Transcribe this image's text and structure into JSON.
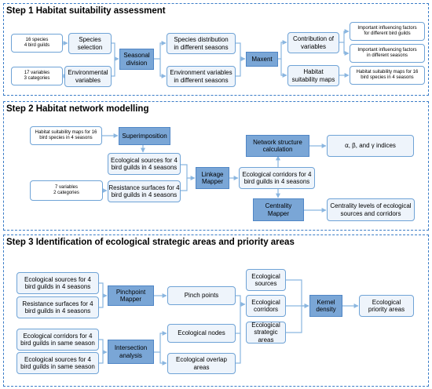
{
  "step1": {
    "title": "Step 1 Habitat suitability assessment",
    "species_info": "16 species\n4 bird guilds",
    "species_selection": "Species\nselection",
    "variables_info": "17 variables\n3 categories",
    "environmental_variables": "Environmental\nvariables",
    "seasonal_division": "Seasonal\ndivision",
    "species_distribution": "Species distribution\nin different seasons",
    "environment_variables_seasons": "Environment variables\nin different seasons",
    "maxent": "Maxent",
    "contribution": "Contribution of\nvariables",
    "habitat_maps": "Habitat\nsuitability maps",
    "factors_guilds": "Important influencing factors\nfor different bird guilds",
    "factors_seasons": "Important influencing factors\nin different seasons",
    "maps_16": "Habitat suitability maps for 16\nbird species in 4 seasons"
  },
  "step2": {
    "title": "Step 2 Habitat network modelling",
    "maps_input": "Habitat suitability maps for 16\nbird species in 4 seasons",
    "superimposition": "Superimposition",
    "ecological_sources": "Ecological sources for 4\nbird guilds in 4 seasons",
    "variables_info": "7 variables\n2 categories",
    "resistance_surfaces": "Resistance surfaces for 4\nbird guilds in 4 seasons",
    "linkage_mapper": "Linkage\nMapper",
    "network_calc": "Network structure\ncalculation",
    "indices": "α, β, and γ indices",
    "corridors": "Ecological corridors for 4\nbird guilds in 4 seasons",
    "centrality_mapper": "Centrality\nMapper",
    "centrality_levels": "Centrality levels of ecological\nsources and corridors"
  },
  "step3": {
    "title": "Step 3 Identification of ecological strategic areas and priority areas",
    "sources_4": "Ecological sources for 4\nbird guilds in 4 seasons",
    "resistance_4": "Resistance surfaces for 4\nbird guilds in 4 seasons",
    "pinchpoint_mapper": "Pinchpoint\nMapper",
    "pinch_points": "Pinch points",
    "corridors_same": "Ecological corridors for 4\nbird guilds in same season",
    "sources_same": "Ecological sources for 4\nbird guilds in same season",
    "intersection": "Intersection\nanalysis",
    "nodes": "Ecological nodes",
    "overlap": "Ecological overlap\nareas",
    "eco_sources": "Ecological\nsources",
    "eco_corridors": "Ecological\ncorridors",
    "eco_strategic": "Ecological\nstrategic areas",
    "kernel": "Kernel\ndensity",
    "priority": "Ecological\npriority areas"
  }
}
